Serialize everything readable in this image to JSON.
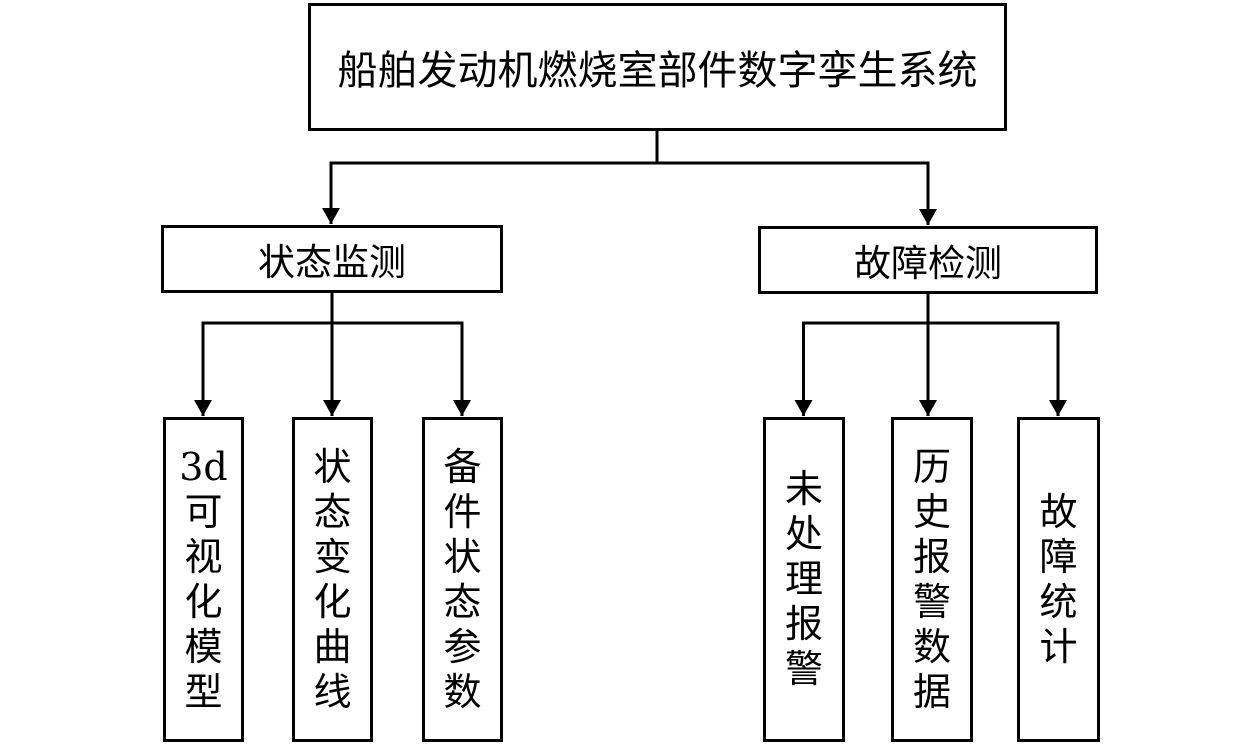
{
  "diagram": {
    "title": "船舶发动机燃烧室部件数字孪生系统",
    "root": {
      "label": "船舶发动机燃烧室部件数字孪生系统"
    },
    "branches": [
      {
        "label": "状态监测",
        "children": [
          {
            "label": "3d可视化模型",
            "lines": [
              "3d",
              "可",
              "视",
              "化",
              "模",
              "型"
            ]
          },
          {
            "label": "状态变化曲线",
            "lines": [
              "状",
              "态",
              "变",
              "化",
              "曲",
              "线"
            ]
          },
          {
            "label": "备件状态参数",
            "lines": [
              "备",
              "件",
              "状",
              "态",
              "参",
              "数"
            ]
          }
        ]
      },
      {
        "label": "故障检测",
        "children": [
          {
            "label": "未处理报警",
            "lines": [
              "未",
              "处",
              "理",
              "报",
              "警"
            ]
          },
          {
            "label": "历史报警数据",
            "lines": [
              "历",
              "史",
              "报",
              "警",
              "数",
              "据"
            ]
          },
          {
            "label": "故障统计",
            "lines": [
              "故",
              "障",
              "统",
              "计"
            ]
          }
        ]
      }
    ],
    "colors": {
      "background": "#ffffff",
      "box_fill": "#ffffff",
      "box_border": "#000000",
      "line": "#000000",
      "text": "#000000"
    }
  }
}
